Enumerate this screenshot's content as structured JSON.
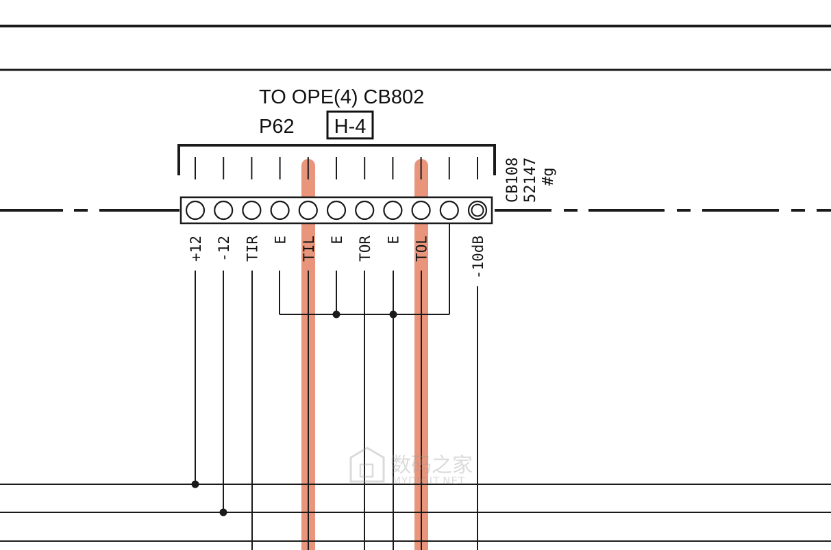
{
  "header": {
    "destination": "TO OPE(4) CB802",
    "page_ref": "P62",
    "grid_ref": "H-4"
  },
  "connector": {
    "id": "CB108",
    "part_number": "52147",
    "variant": "#g",
    "pins": [
      "+12",
      "-12",
      "TIR",
      "E",
      "TIL",
      "E",
      "TOR",
      "E",
      "TOL",
      "",
      "-10dB"
    ],
    "highlighted_pins": [
      "TIL",
      "TOL"
    ],
    "highlight_color": "#e8957b"
  },
  "watermark": {
    "text": "数码之家",
    "url": "MYDIGIT.NET"
  }
}
